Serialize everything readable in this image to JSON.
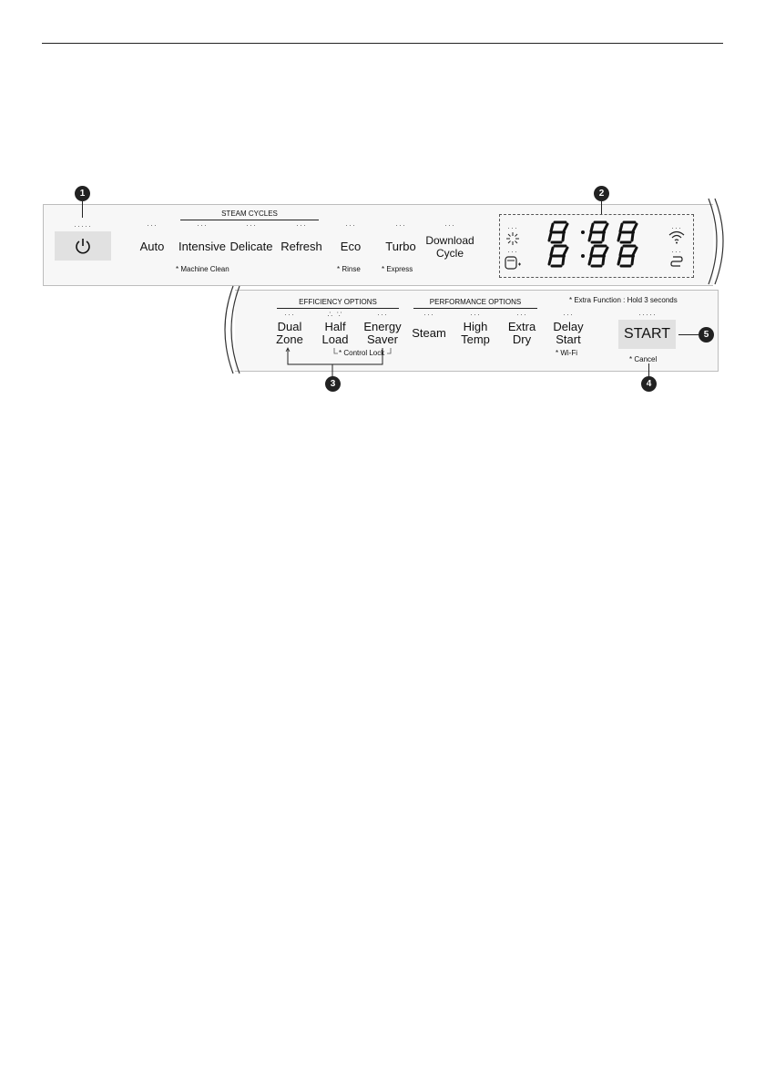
{
  "callouts": [
    "1",
    "2",
    "3",
    "4",
    "5"
  ],
  "top_panel": {
    "steam_cycles_label": "STEAM CYCLES",
    "buttons": {
      "auto": "Auto",
      "intensive": "Intensive",
      "delicate": "Delicate",
      "refresh": "Refresh",
      "eco": "Eco",
      "turbo": "Turbo",
      "download_line1": "Download",
      "download_line2": "Cycle"
    },
    "notes": {
      "machine_clean": "* Machine Clean",
      "rinse": "* Rinse",
      "express": "* Express"
    },
    "power_icon": "power-icon",
    "display": {
      "digits_top": "8:88",
      "digits_bottom": "8:88",
      "icons": [
        "sparkle-icon",
        "detergent-icon",
        "wifi-icon",
        "rinse-refill-icon"
      ]
    }
  },
  "bottom_panel": {
    "efficiency_label": "EFFICIENCY OPTIONS",
    "performance_label": "PERFORMANCE OPTIONS",
    "extra_function": "* Extra Function : Hold 3 seconds",
    "buttons": {
      "dual_1": "Dual",
      "dual_2": "Zone",
      "half_1": "Half",
      "half_2": "Load",
      "energy_1": "Energy",
      "energy_2": "Saver",
      "steam": "Steam",
      "high_1": "High",
      "high_2": "Temp",
      "extra_1": "Extra",
      "extra_2": "Dry",
      "delay_1": "Delay",
      "delay_2": "Start",
      "start": "START"
    },
    "notes": {
      "control_lock": "* Control Lock",
      "wifi": "* Wi-Fi",
      "cancel": "* Cancel"
    }
  }
}
